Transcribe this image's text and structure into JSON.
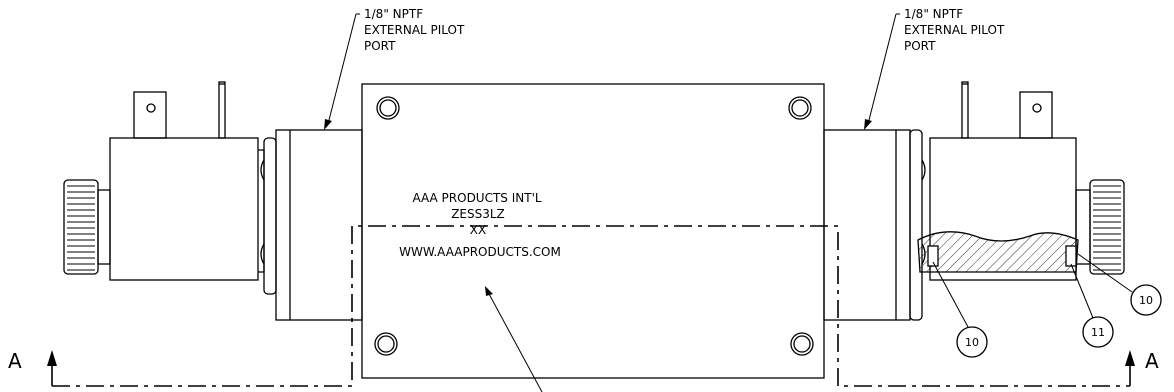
{
  "drawing": {
    "nameplate": {
      "line1": "AAA PRODUCTS INT'L",
      "line2": "ZESS3LZ",
      "line3": "XX",
      "line4": "WWW.AAAPRODUCTS.COM"
    },
    "left_callout": {
      "line1": "1/8\" NPTF",
      "line2": "EXTERNAL PILOT",
      "line3": "PORT"
    },
    "right_callout": {
      "line1": "1/8\" NPTF",
      "line2": "EXTERNAL PILOT",
      "line3": "PORT"
    },
    "balloons": {
      "b1": "10",
      "b2": "11",
      "b3": "10"
    },
    "section_marks": {
      "left": "A",
      "right": "A"
    }
  },
  "colors": {
    "line": "#000000",
    "background": "#ffffff"
  }
}
